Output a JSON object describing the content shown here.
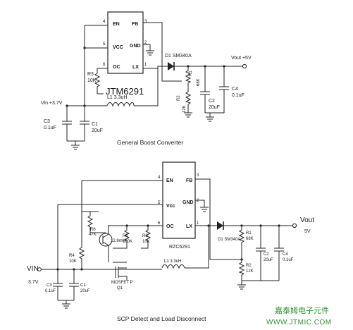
{
  "top_circuit": {
    "title": "General Boost Converter",
    "ic_part": "JTM6291",
    "pins": {
      "en": "EN",
      "vcc": "VCC",
      "oc": "OC",
      "fb": "FB",
      "gnd": "GND",
      "lx": "LX",
      "n_en": "4",
      "n_vcc": "5",
      "n_oc": "6",
      "n_fb": "3",
      "n_gnd": "2",
      "n_lx": "1"
    },
    "r3": "R3",
    "r3_val": "10K",
    "d1": "D1 SM340A",
    "vout": "Vout +5V",
    "r1": "R1",
    "r1_val": "68K",
    "r2": "R2",
    "r2_val": "12K",
    "c2": "C2",
    "c2_val": "20uF",
    "c4": "C4",
    "c4_val": "0.1uF",
    "vin": "Vin +3.7V",
    "l1": "L1 3.3uH",
    "c3": "C3",
    "c3_val": "0.1uF",
    "c1": "C1",
    "c1_val": "20uF"
  },
  "bottom_circuit": {
    "title": "SCP Detect and Load Disconnect",
    "ic_part": "RZC6291",
    "pins": {
      "en": "EN",
      "vcc": "Vcc",
      "oc": "OC",
      "fb": "FB",
      "gnd": "GND",
      "lx": "LX",
      "n_en": "4",
      "n_vcc": "5",
      "n_oc": "6",
      "n_fb": "3",
      "n_gnd": "2",
      "n_lx": "1"
    },
    "d1": "D1 SM340A",
    "vout": "Vout",
    "vout_val": "5V",
    "vin": "VIN",
    "vin_val": "3.7V",
    "r1": "R1",
    "r1_val": "68K",
    "r2": "R2",
    "r2_val": "12K",
    "c2": "C2",
    "c2_val": "20uF",
    "c4": "C4",
    "c4_val": "0.1uF",
    "r3": "R3",
    "r3_val": "10K",
    "r4": "R4",
    "r4_val": "10K",
    "r5": "R5",
    "r5_val": "100K",
    "r6": "R6",
    "r6_val": "47K",
    "q1": "12.9mH",
    "mosfet": "MOSFET P",
    "mosfet_ref": "Q1",
    "l1": "L1 3.3uH",
    "c3": "C3",
    "c3_val": "0.1uF",
    "c1": "C1",
    "c1_val": "20uF"
  },
  "watermark": {
    "line1": "嘉泰姆电子元件",
    "line2": "WWW.JTMIC.COM"
  }
}
